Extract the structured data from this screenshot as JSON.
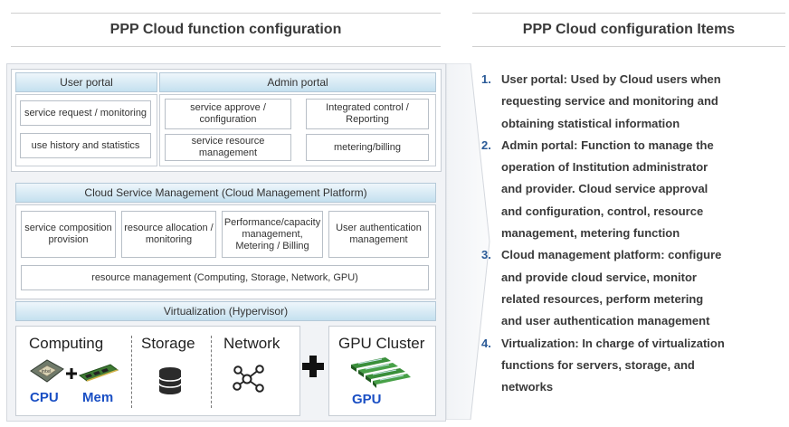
{
  "left_header": "PPP Cloud function configuration",
  "right_header": "PPP Cloud configuration Items",
  "portal": {
    "user_portal_title": "User portal",
    "admin_portal_title": "Admin portal",
    "user_items": [
      "service request / monitoring",
      "use history and statistics"
    ],
    "admin_items": [
      "service approve / configuration",
      "Integrated control / Reporting",
      "service resource management",
      "metering/billing"
    ]
  },
  "cmp": {
    "title": "Cloud Service Management (Cloud Management Platform)",
    "items": [
      "service composition provision",
      "resource allocation / monitoring",
      "Performance/capacity management, Metering / Billing",
      "User authentication management"
    ],
    "resource": "resource management (Computing, Storage, Network, GPU)"
  },
  "virtualization": {
    "title": "Virtualization (Hypervisor)",
    "computing": "Computing",
    "storage": "Storage",
    "network": "Network",
    "cpu_label": "CPU",
    "mem_label": "Mem",
    "gpu_cluster": "GPU Cluster",
    "gpu_label": "GPU",
    "icons": [
      "cpu-chip-icon",
      "memory-module-icon",
      "database-icon",
      "network-icon",
      "plus-icon",
      "gpu-cards-icon"
    ]
  },
  "items": [
    {
      "num": "1.",
      "lines": [
        "User portal: Used by Cloud users when",
        "requesting service and monitoring and",
        "obtaining statistical information"
      ]
    },
    {
      "num": "2.",
      "lines": [
        "Admin portal: Function to manage the",
        "operation of Institution administrator",
        "and provider. Cloud service approval",
        "and configuration, control, resource",
        "management, metering function"
      ]
    },
    {
      "num": "3.",
      "lines": [
        "Cloud management platform: configure",
        "and provide cloud service, monitor",
        "related resources, perform metering",
        "and user authentication management"
      ]
    },
    {
      "num": "4.",
      "lines": [
        "Virtualization: In charge of virtualization",
        "functions for servers, storage, and",
        "networks"
      ]
    }
  ],
  "colors": {
    "accent_number": "#2a5a97",
    "bar_top": "#eef6fb",
    "bar_bottom": "#c4e0ef",
    "label_blue": "#1a4fc4"
  }
}
